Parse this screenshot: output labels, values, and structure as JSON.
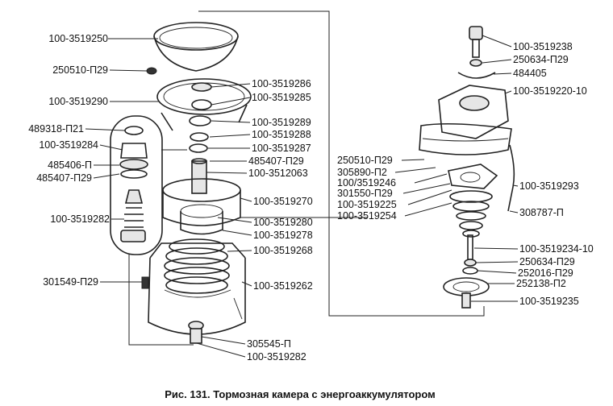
{
  "caption": "Рис. 131. Тормозная камера с энергоаккумулятором",
  "labels": [
    {
      "id": "l01",
      "text": "100-3519250"
    },
    {
      "id": "l02",
      "text": "250510-П29"
    },
    {
      "id": "l03",
      "text": "100-3519290"
    },
    {
      "id": "l04",
      "text": "489318-П21"
    },
    {
      "id": "l05",
      "text": "100-3519284"
    },
    {
      "id": "l06",
      "text": "485406-П"
    },
    {
      "id": "l07",
      "text": "485407-П29"
    },
    {
      "id": "l08",
      "text": "100-3519282"
    },
    {
      "id": "l09",
      "text": "301549-П29"
    },
    {
      "id": "l10",
      "text": "100-3519286"
    },
    {
      "id": "l11",
      "text": "100-3519285"
    },
    {
      "id": "l12",
      "text": "100-3519289"
    },
    {
      "id": "l13",
      "text": "100-3519288"
    },
    {
      "id": "l14",
      "text": "100-3519287"
    },
    {
      "id": "l15",
      "text": "485407-П29"
    },
    {
      "id": "l16",
      "text": "100-3512063"
    },
    {
      "id": "l17",
      "text": "100-3519270"
    },
    {
      "id": "l18",
      "text": "100-3519280"
    },
    {
      "id": "l19",
      "text": "100-3519278"
    },
    {
      "id": "l20",
      "text": "100-3519268"
    },
    {
      "id": "l21",
      "text": "100-3519262"
    },
    {
      "id": "l22",
      "text": "305545-П"
    },
    {
      "id": "l23",
      "text": "100-3519282"
    },
    {
      "id": "l24",
      "text": "250510-П29"
    },
    {
      "id": "l25",
      "text": "305890-П2"
    },
    {
      "id": "l26",
      "text": "100/3519246"
    },
    {
      "id": "l27",
      "text": "301550-П29"
    },
    {
      "id": "l28",
      "text": "100-3519225"
    },
    {
      "id": "l29",
      "text": "100-3519254"
    },
    {
      "id": "l30",
      "text": "100-3519238"
    },
    {
      "id": "l31",
      "text": "250634-П29"
    },
    {
      "id": "l32",
      "text": "484405"
    },
    {
      "id": "l33",
      "text": "100-3519220-10"
    },
    {
      "id": "l34",
      "text": "100-3519293"
    },
    {
      "id": "l35",
      "text": "308787-П"
    },
    {
      "id": "l36",
      "text": "100-3519234-10"
    },
    {
      "id": "l37",
      "text": "250634-П29"
    },
    {
      "id": "l38",
      "text": "252016-П29"
    },
    {
      "id": "l39",
      "text": "252138-П2"
    },
    {
      "id": "l40",
      "text": "100-3519235"
    }
  ]
}
